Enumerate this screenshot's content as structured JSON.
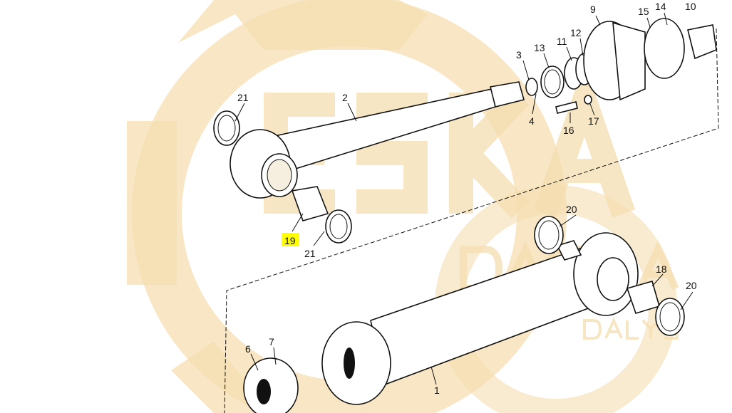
{
  "diagram": {
    "watermark": {
      "main": "ESKA",
      "secondary": "DASKA",
      "tertiary": "DALYS",
      "color": "#f5deb0"
    },
    "highlight_color": "#ffff00",
    "callouts": [
      {
        "id": "c21a",
        "text": "21"
      },
      {
        "id": "c2",
        "text": "2"
      },
      {
        "id": "c3",
        "text": "3"
      },
      {
        "id": "c13",
        "text": "13"
      },
      {
        "id": "c11",
        "text": "11"
      },
      {
        "id": "c12",
        "text": "12"
      },
      {
        "id": "c9",
        "text": "9"
      },
      {
        "id": "c15",
        "text": "15"
      },
      {
        "id": "c14",
        "text": "14"
      },
      {
        "id": "c10",
        "text": "10"
      },
      {
        "id": "c4",
        "text": "4"
      },
      {
        "id": "c16",
        "text": "16"
      },
      {
        "id": "c17",
        "text": "17"
      },
      {
        "id": "c20a",
        "text": "20"
      },
      {
        "id": "c19",
        "text": "19",
        "highlighted": true
      },
      {
        "id": "c21b",
        "text": "21"
      },
      {
        "id": "c18",
        "text": "18"
      },
      {
        "id": "c20b",
        "text": "20"
      },
      {
        "id": "c6",
        "text": "6"
      },
      {
        "id": "c7",
        "text": "7"
      },
      {
        "id": "c1",
        "text": "1"
      }
    ]
  }
}
